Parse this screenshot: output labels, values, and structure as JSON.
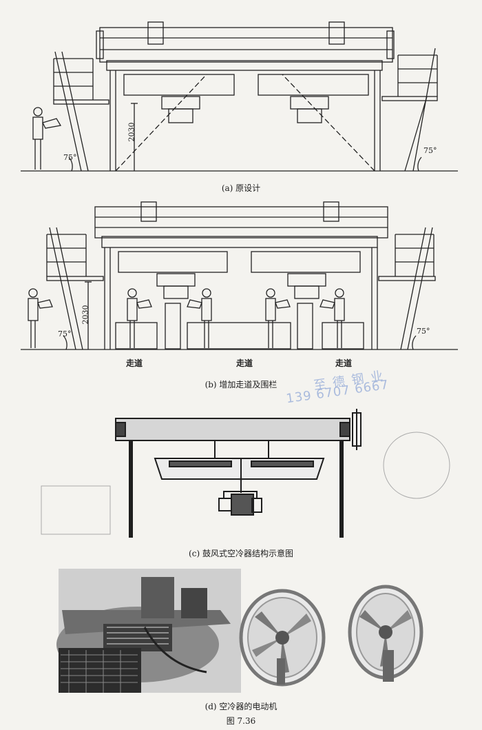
{
  "figure_a": {
    "caption": "(a) 原设计",
    "dimension": "2030",
    "angle_left": "75°",
    "angle_right": "75°"
  },
  "figure_b": {
    "caption": "(b) 增加走道及围栏",
    "dimension": "2030",
    "angle_left": "75°",
    "angle_right": "75°",
    "walkways": [
      "走道",
      "走道",
      "走道"
    ]
  },
  "figure_c": {
    "caption": "(c) 鼓风式空冷器结构示意图"
  },
  "figure_d": {
    "caption": "(d) 空冷器的电动机"
  },
  "figure_number": "图 7.36",
  "watermark": {
    "line1": "至 德 钢 业",
    "line2": "139 6707 6667"
  },
  "colors": {
    "ink": "#1e1e1e",
    "paper": "#f4f3ef",
    "watermark": "#6f8fd0"
  }
}
